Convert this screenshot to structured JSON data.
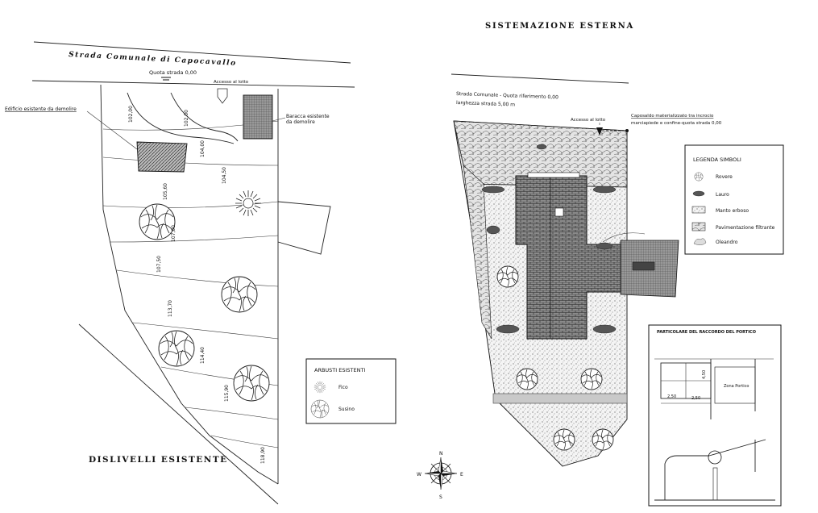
{
  "left": {
    "road_label": "Strada Comunale di Capocavallo",
    "road_elevation": "Quota strada 0,00",
    "access_label": "Accesso al lotto",
    "existing_building": "Edificio esistente da demolire",
    "barrack_line1": "Baracca esistente",
    "barrack_line2": "da demolire",
    "elevations": [
      "102,00",
      "102,00",
      "104,00",
      "104,50",
      "105,60",
      "107,00",
      "107,50",
      "113,70",
      "114,40",
      "115,90",
      "118,90"
    ],
    "title": "DISLIVELLI ESISTENTE",
    "legend": {
      "title": "ARBUSTI ESISTENTI",
      "items": [
        {
          "label": "Fico",
          "icon": "fig-tree-icon"
        },
        {
          "label": "Susino",
          "icon": "plum-tree-icon"
        }
      ]
    }
  },
  "right": {
    "title": "SISTEMAZIONE ESTERNA",
    "road_line1": "Strada Comunale - Quota riferimento 0,00",
    "road_line2": "larghezza strada 5,00 m",
    "access_label": "Accesso al lotto",
    "marker_line1": "Caposaldo materializzato tra incrocio",
    "marker_line2": "marciapiede e confine-quota strada 0,00",
    "legend": {
      "title": "LEGENDA SIMBOLI",
      "items": [
        {
          "label": "Rovere",
          "icon": "oak-icon"
        },
        {
          "label": "Lauro",
          "icon": "laurel-icon"
        },
        {
          "label": "Manto erboso",
          "icon": "lawn-icon"
        },
        {
          "label": "Pavimentazione filtrante",
          "icon": "paving-icon"
        },
        {
          "label": "Oleandro",
          "icon": "oleander-icon"
        }
      ]
    },
    "detail": {
      "title": "PARTICOLARE DEL RACCORDO DEL PORTICO",
      "dims": [
        "2,50",
        "2,50",
        "4,50"
      ],
      "zone_label": "Zona Portico"
    },
    "compass": {
      "n": "N",
      "s": "S",
      "e": "E",
      "w": "W"
    }
  }
}
